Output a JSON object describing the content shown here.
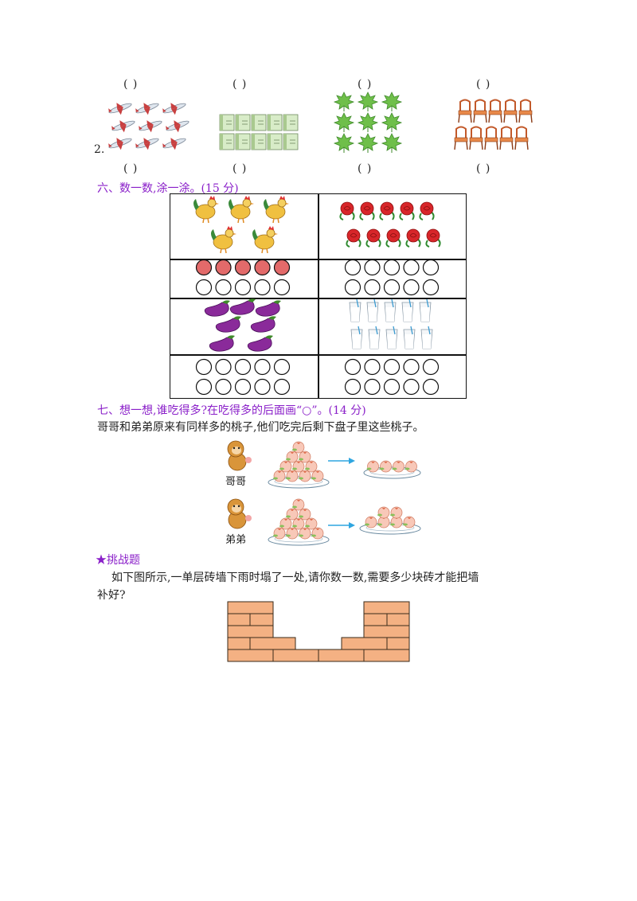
{
  "section_five_q2": {
    "number": "2.",
    "parens": [
      "(    )",
      "(    )",
      "(    )",
      "(    )"
    ],
    "groups": [
      {
        "item": "airplane-icon",
        "count": 9
      },
      {
        "item": "book-icon",
        "count": 10
      },
      {
        "item": "maple-leaf-icon",
        "count": 9
      },
      {
        "item": "chair-icon",
        "count": 10
      }
    ]
  },
  "section_six": {
    "title": "六、数一数,涂一涂。(15 分)",
    "cells": [
      {
        "item": "rooster-icon",
        "count": 5,
        "filled": 5
      },
      {
        "item": "rose-icon",
        "count": 10,
        "filled": 0
      },
      {
        "item": "eggplant-icon",
        "count": 7,
        "filled": 0
      },
      {
        "item": "milk-glass-icon",
        "count": 10,
        "filled": 0
      }
    ],
    "fill_color": "#e36a6a"
  },
  "section_seven": {
    "title": "七、想一想,谁吃得多?在吃得多的后面画“○”。(14 分)",
    "intro": "哥哥和弟弟原来有同样多的桃子,他们吃完后剩下盘子里这些桃子。",
    "rows": [
      {
        "label": "哥哥",
        "before": 10,
        "after": 4
      },
      {
        "label": "弟弟",
        "before": 10,
        "after": 6
      }
    ]
  },
  "challenge": {
    "title": "★挑战题",
    "text_line1": "如下图所示,一单层砖墙下雨时塌了一处,请你数一数,需要多少块砖才能把墙",
    "text_line2": "补好?",
    "brick_color": "#f4b183"
  }
}
